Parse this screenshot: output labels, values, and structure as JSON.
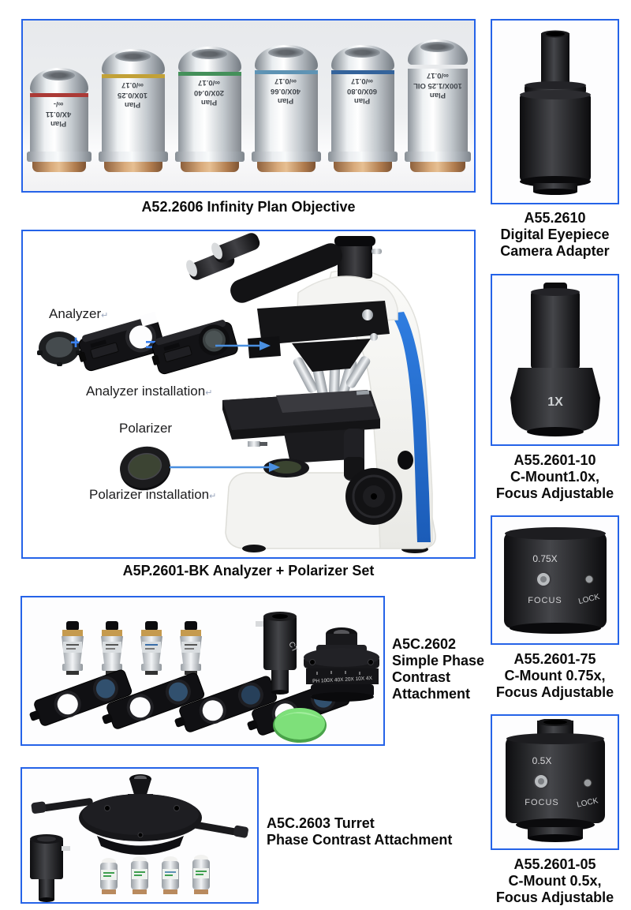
{
  "page": {
    "background": "#ffffff",
    "border_color": "#2563e8"
  },
  "objectives_card": {
    "caption": "A52.2606 Infinity Plan Objective",
    "items": [
      {
        "name": "Plan",
        "spec": "4X/0.11",
        "tube": "∞/-",
        "ring": "#ab3a36"
      },
      {
        "name": "Plan",
        "spec": "10X/0.25",
        "tube": "∞/0.17",
        "ring": "#c2a137"
      },
      {
        "name": "Plan",
        "spec": "20X/0.40",
        "tube": "∞/0.17",
        "ring": "#44905a"
      },
      {
        "name": "Plan",
        "spec": "40X/0.66",
        "tube": "∞/0.17",
        "ring": "#5e93b4"
      },
      {
        "name": "Plan",
        "spec": "60X/0.80",
        "tube": "∞/0.17",
        "ring": "#34639b"
      },
      {
        "name": "Plan",
        "spec": "100X/1.25 OIL",
        "tube": "∞/0.17",
        "ring": "#e8eaec"
      }
    ]
  },
  "camera_adapter_card": {
    "caption_lines": [
      "A55.2610",
      "Digital Eyepiece",
      "Camera Adapter"
    ]
  },
  "analyzer_card": {
    "caption": "A5P.2601-BK Analyzer + Polarizer Set",
    "analyzer_label": "Analyzer",
    "plus": "+",
    "equals": "=",
    "analyzer_install_label": "Analyzer installation",
    "polarizer_label": "Polarizer",
    "polarizer_install_label": "Polarizer installation",
    "return_mark": "↵"
  },
  "cmount10_card": {
    "body_label": "1X",
    "caption_lines": [
      "A55.2601-10",
      "C-Mount1.0x,",
      "Focus Adjustable"
    ]
  },
  "cmount75_card": {
    "body_label": "0.75X",
    "focus_label": "FOCUS",
    "lock_label": "LOCK",
    "caption_lines": [
      "A55.2601-75",
      "C-Mount 0.75x,",
      "Focus Adjustable"
    ]
  },
  "cmount05_card": {
    "body_label": "0.5X",
    "focus_label": "FOCUS",
    "lock_label": "LOCK",
    "caption_lines": [
      "A55.2601-05",
      "C-Mount 0.5x,",
      "Focus Adjustable"
    ]
  },
  "simple_phase_card": {
    "ct_label": "CT",
    "dial_label": "PH 100X  40X  20X  10X 4X",
    "caption_lines": [
      "A5C.2602",
      "Simple Phase",
      "Contrast",
      "Attachment"
    ]
  },
  "turret_phase_card": {
    "caption_lines": [
      "A5C.2603 Turret",
      "Phase Contrast Attachment"
    ]
  }
}
